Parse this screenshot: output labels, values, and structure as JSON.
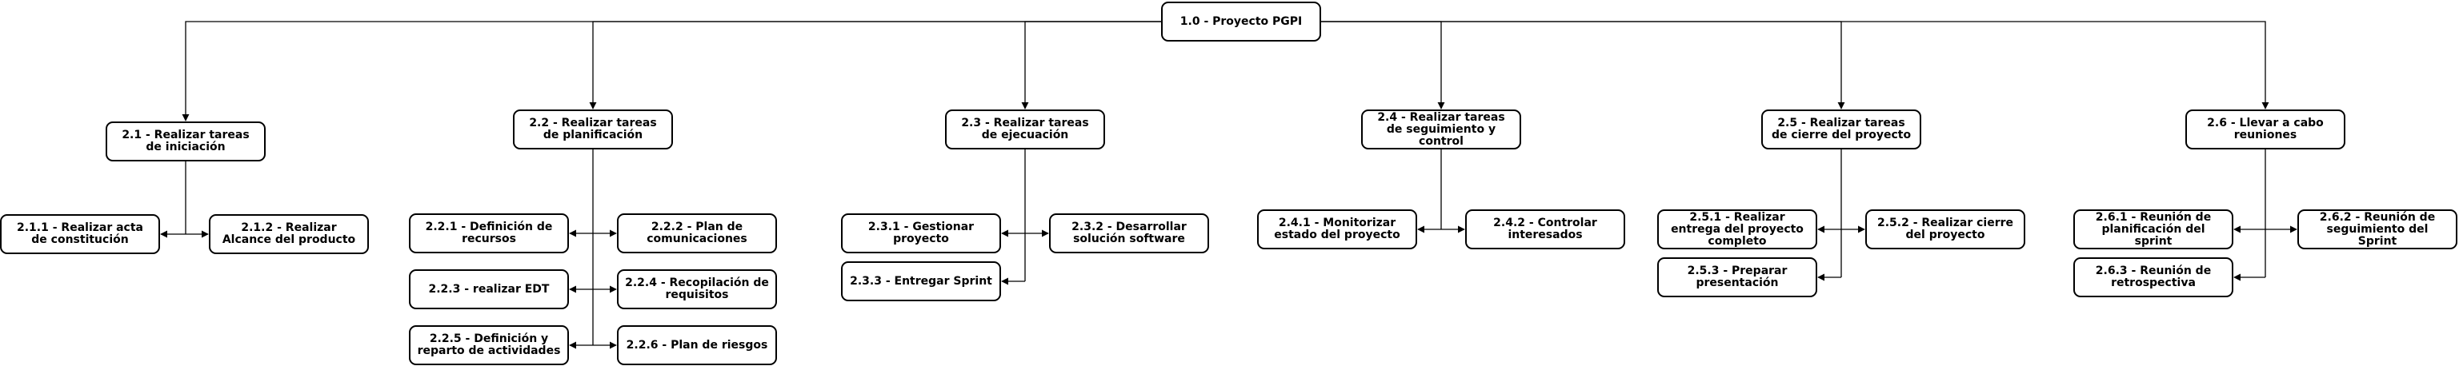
{
  "diagram": {
    "root": {
      "id": "n1_0",
      "label": "1.0 - Proyecto PGPI"
    },
    "groups": [
      {
        "id": "n2_1",
        "label": "2.1 - Realizar tareas de iniciación",
        "children": [
          {
            "id": "n2_1_1",
            "label": "2.1.1 - Realizar acta de constitución"
          },
          {
            "id": "n2_1_2",
            "label": "2.1.2 - Realizar Alcance del producto"
          }
        ]
      },
      {
        "id": "n2_2",
        "label": "2.2 - Realizar tareas de planificación",
        "children": [
          {
            "id": "n2_2_1",
            "label": "2.2.1 - Definición de recursos"
          },
          {
            "id": "n2_2_2",
            "label": "2.2.2 - Plan de comunicaciones"
          },
          {
            "id": "n2_2_3",
            "label": "2.2.3 - realizar EDT"
          },
          {
            "id": "n2_2_4",
            "label": "2.2.4 - Recopilación de requisitos"
          },
          {
            "id": "n2_2_5",
            "label": "2.2.5 - Definición y reparto de actividades"
          },
          {
            "id": "n2_2_6",
            "label": "2.2.6 - Plan de riesgos"
          }
        ]
      },
      {
        "id": "n2_3",
        "label": "2.3 - Realizar tareas de ejecuación",
        "children": [
          {
            "id": "n2_3_1",
            "label": "2.3.1 - Gestionar proyecto"
          },
          {
            "id": "n2_3_2",
            "label": "2.3.2 - Desarrollar solución software"
          },
          {
            "id": "n2_3_3",
            "label": "2.3.3 - Entregar Sprint"
          }
        ]
      },
      {
        "id": "n2_4",
        "label": "2.4 - Realizar tareas de seguimiento y control",
        "children": [
          {
            "id": "n2_4_1",
            "label": "2.4.1 - Monitorizar estado del proyecto"
          },
          {
            "id": "n2_4_2",
            "label": "2.4.2 - Controlar interesados"
          }
        ]
      },
      {
        "id": "n2_5",
        "label": "2.5 - Realizar tareas de cierre del proyecto",
        "children": [
          {
            "id": "n2_5_1",
            "label": "2.5.1 - Realizar entrega del proyecto completo"
          },
          {
            "id": "n2_5_2",
            "label": "2.5.2 - Realizar cierre del proyecto"
          },
          {
            "id": "n2_5_3",
            "label": "2.5.3 - Preparar presentación"
          }
        ]
      },
      {
        "id": "n2_6",
        "label": "2.6 - Llevar a cabo reuniones",
        "children": [
          {
            "id": "n2_6_1",
            "label": "2.6.1 - Reunión de planificación del sprint"
          },
          {
            "id": "n2_6_2",
            "label": "2.6.2 - Reunión de seguimiento del Sprint"
          },
          {
            "id": "n2_6_3",
            "label": "2.6.3 - Reunión de retrospectiva"
          }
        ]
      }
    ],
    "colors": {
      "stroke": "#000000",
      "fill": "#ffffff",
      "text": "#000000"
    }
  }
}
